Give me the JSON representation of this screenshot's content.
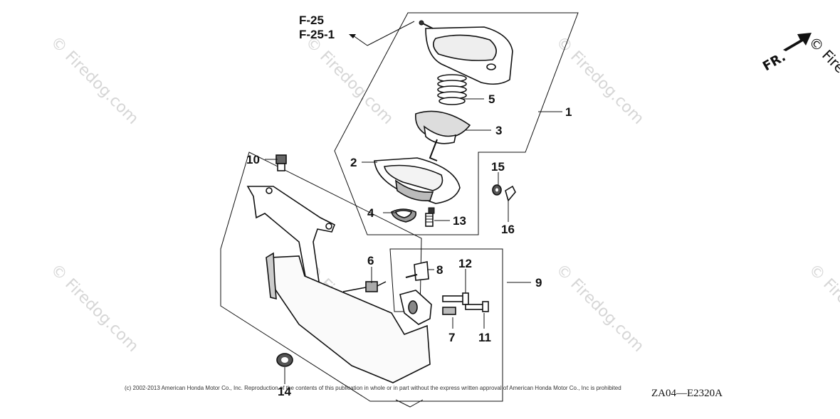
{
  "watermark": {
    "text": "© Firedog.com",
    "fr_corner_text": "© Fire"
  },
  "references": [
    "F-25",
    "F-25-1"
  ],
  "direction_label": "FR.",
  "callouts": [
    "1",
    "2",
    "3",
    "4",
    "5",
    "6",
    "7",
    "8",
    "9",
    "10",
    "11",
    "12",
    "13",
    "14",
    "15",
    "16"
  ],
  "copyright": "(c) 2002-2013 American Honda Motor Co., Inc. Reproduction of the contents of this publication in whole or in part without the express written approval of American Honda Motor Co., Inc is prohibited",
  "diagram_code": "ZA04—E2320A"
}
